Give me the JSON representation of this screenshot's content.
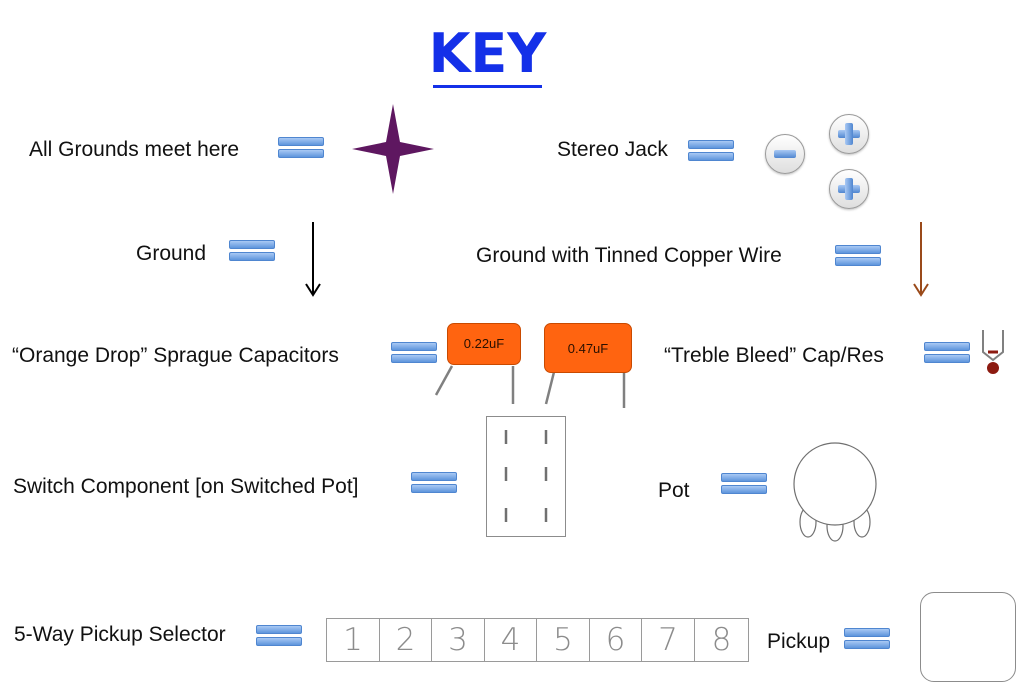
{
  "title": "KEY",
  "labels": {
    "all_grounds": "All Grounds meet here",
    "stereo_jack": "Stereo Jack",
    "ground": "Ground",
    "ground_tinned": "Ground with Tinned Copper Wire",
    "orange_drop": "“Orange Drop” Sprague Capacitors",
    "treble_bleed": "“Treble Bleed” Cap/Res",
    "switch_component": "Switch Component [on Switched Pot]",
    "pot": "Pot",
    "pickup_selector": "5-Way Pickup Selector",
    "pickup": "Pickup"
  },
  "capacitors": [
    {
      "value": "0.22uF"
    },
    {
      "value": "0.47uF"
    }
  ],
  "selector_positions": [
    "1",
    "2",
    "3",
    "4",
    "5",
    "6",
    "7",
    "8"
  ],
  "colors": {
    "title": "#1430e8",
    "ground_star": "#5e1760",
    "capacitor": "#ff6410",
    "tinned_wire_arrow": "#9a4a1a",
    "ground_arrow": "#000000",
    "treble_bleed_body": "#8c1a10"
  },
  "icons": {
    "equals": "equals-icon",
    "star": "four-point-star-icon",
    "minus": "minus-icon",
    "plus": "plus-icon"
  }
}
